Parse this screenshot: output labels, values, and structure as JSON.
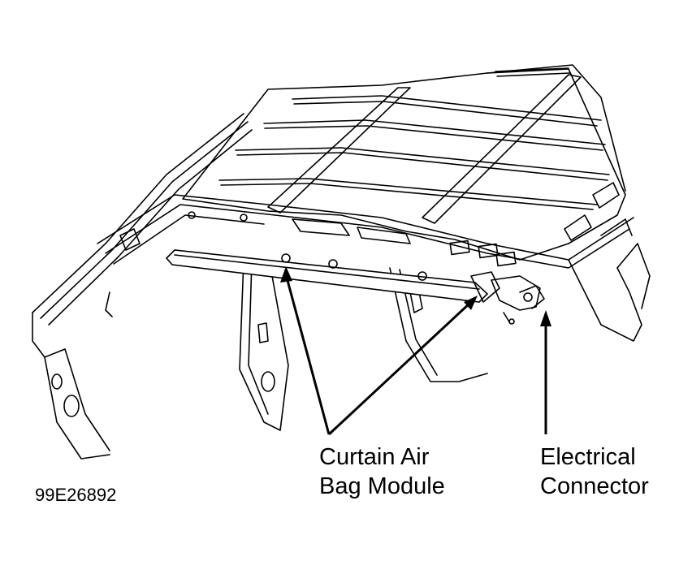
{
  "labels": {
    "curtain_line1": "Curtain Air",
    "curtain_line2": "Bag Module",
    "connector_line1": "Electrical",
    "connector_line2": "Connector",
    "figure_id": "99E26892"
  },
  "colors": {
    "ink": "#000000",
    "paper": "#ffffff"
  }
}
